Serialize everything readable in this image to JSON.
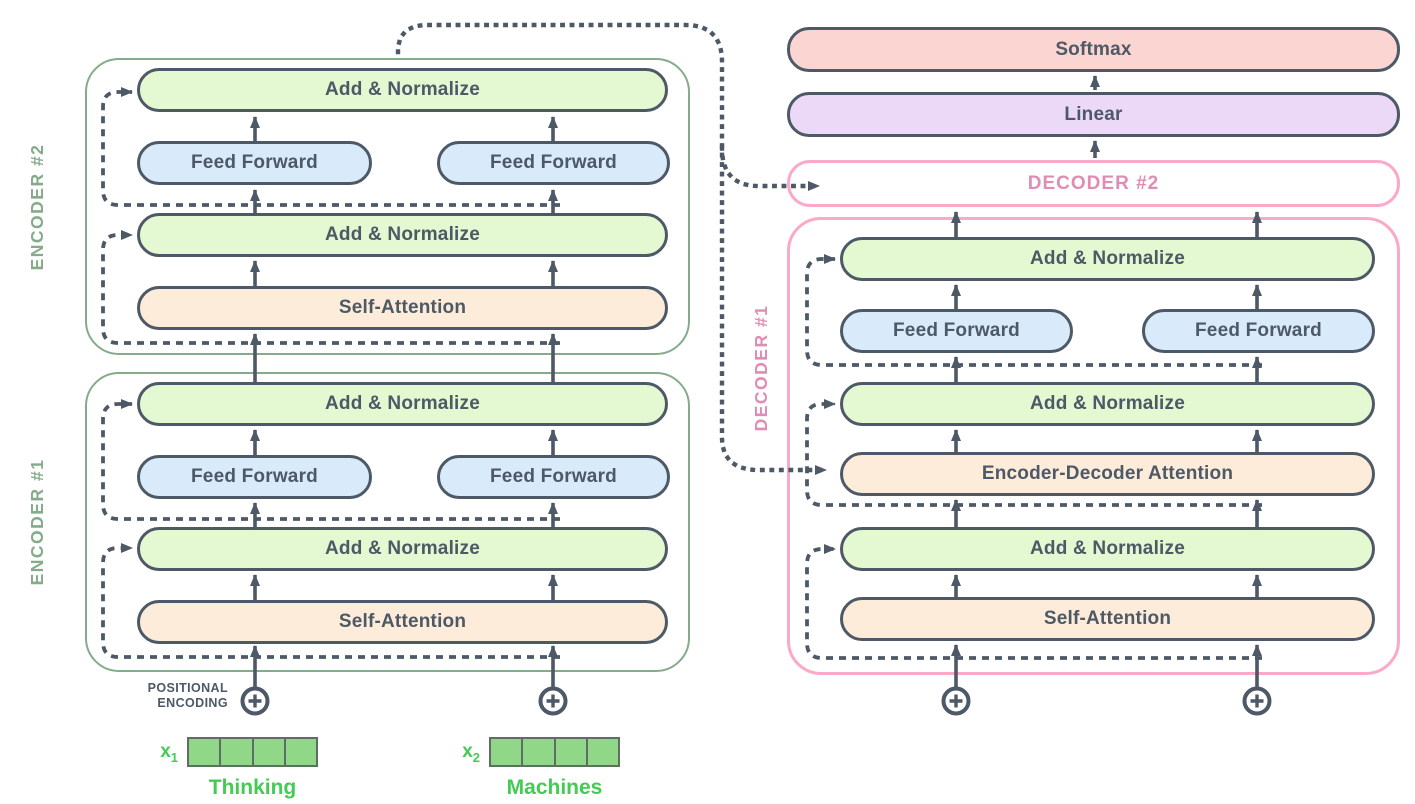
{
  "labels": {
    "add_normalize": "Add & Normalize",
    "feed_forward": "Feed Forward",
    "self_attention": "Self-Attention",
    "encoder_decoder_attention": "Encoder-Decoder Attention",
    "softmax": "Softmax",
    "linear": "Linear",
    "encoder2": "ENCODER #2",
    "encoder1": "ENCODER #1",
    "decoder2": "DECODER #2",
    "decoder1": "DECODER #1"
  },
  "positional": {
    "line1": "POSITIONAL",
    "line2": "ENCODING"
  },
  "inputs": {
    "token1": {
      "label": "x",
      "sub": "1",
      "word": "Thinking",
      "cells": 4
    },
    "token2": {
      "label": "x",
      "sub": "2",
      "word": "Machines",
      "cells": 4
    }
  },
  "colors": {
    "ink": "#4d5966",
    "encoder_green": "#85ac8a",
    "decoder_pink": "#fca9c9",
    "decoder_label_pink": "#e18cb4",
    "pill_green": "#e4f8d1",
    "pill_blue": "#d9eafb",
    "pill_orange": "#fdecd9",
    "softmax_pink": "#fbd5d1",
    "linear_purple": "#ecd9f8",
    "embedding_green": "#90d788",
    "token_green": "#43cb54"
  }
}
